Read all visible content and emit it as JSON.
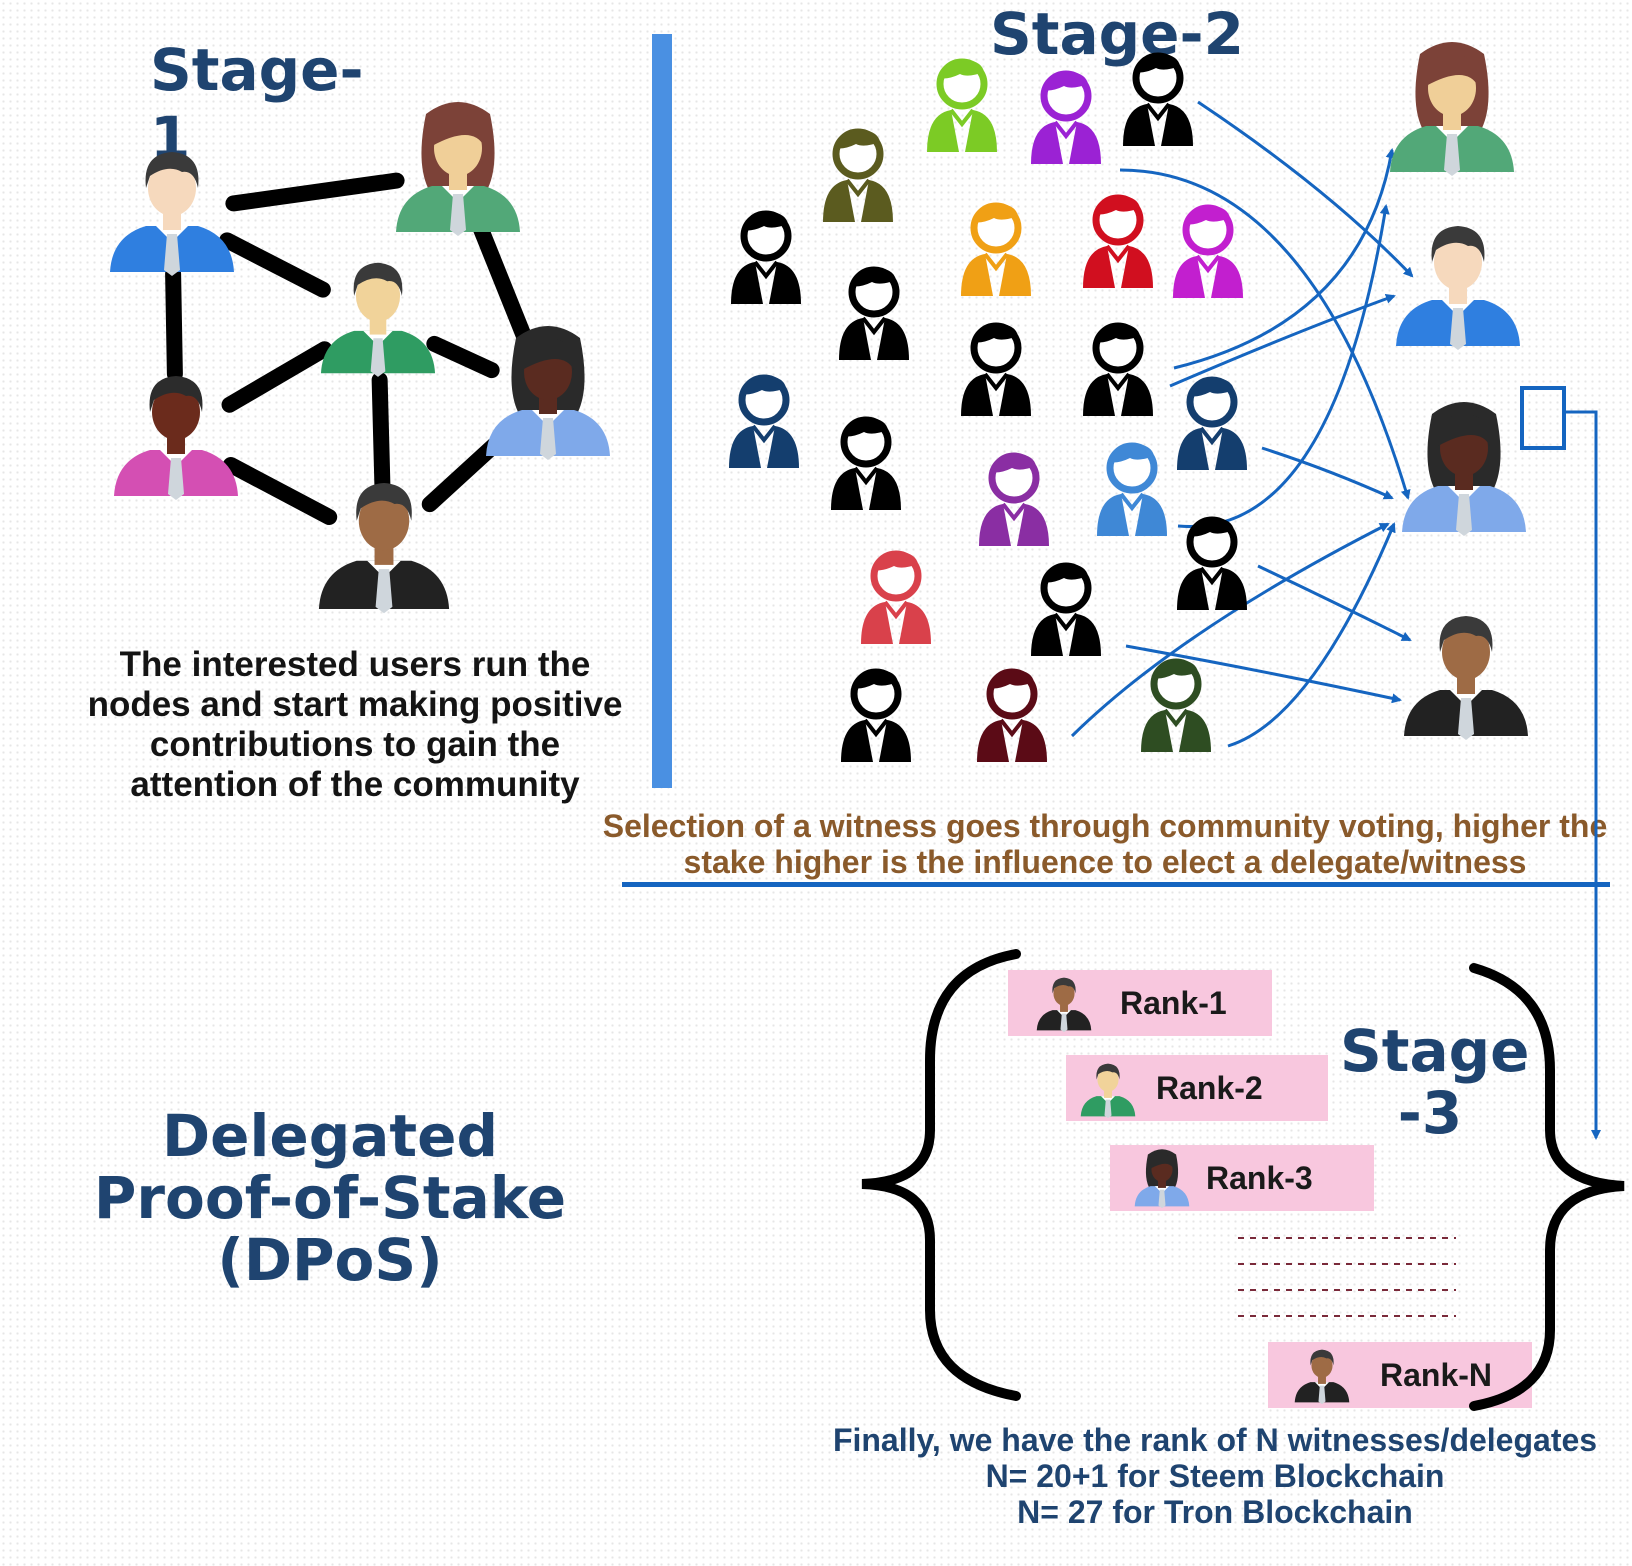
{
  "stage1": {
    "title": "Stage-1",
    "description": "The interested users run the nodes and start making positive contributions to gain the attention of the community"
  },
  "stage2": {
    "title": "Stage-2",
    "description": "Selection of a witness goes through community voting, higher the stake higher is the influence to elect a delegate/witness"
  },
  "stage3": {
    "title": "Stage -3",
    "ranks": [
      "Rank-1",
      "Rank-2",
      "Rank-3",
      "Rank-N"
    ]
  },
  "dpos_title": "Delegated Proof-of-Stake (DPoS)",
  "final_note": {
    "line1": "Finally, we have the rank of N witnesses/delegates",
    "line2": "N= 20+1  for Steem Blockchain",
    "line3": "N= 27 for Tron Blockchain"
  },
  "colors": {
    "title_blue": "#1f4470",
    "divider_blue": "#4a90e2",
    "arrow_blue": "#1565c0",
    "stage2_text": "#8a5a2b",
    "rank_box": "#f8c7de"
  }
}
